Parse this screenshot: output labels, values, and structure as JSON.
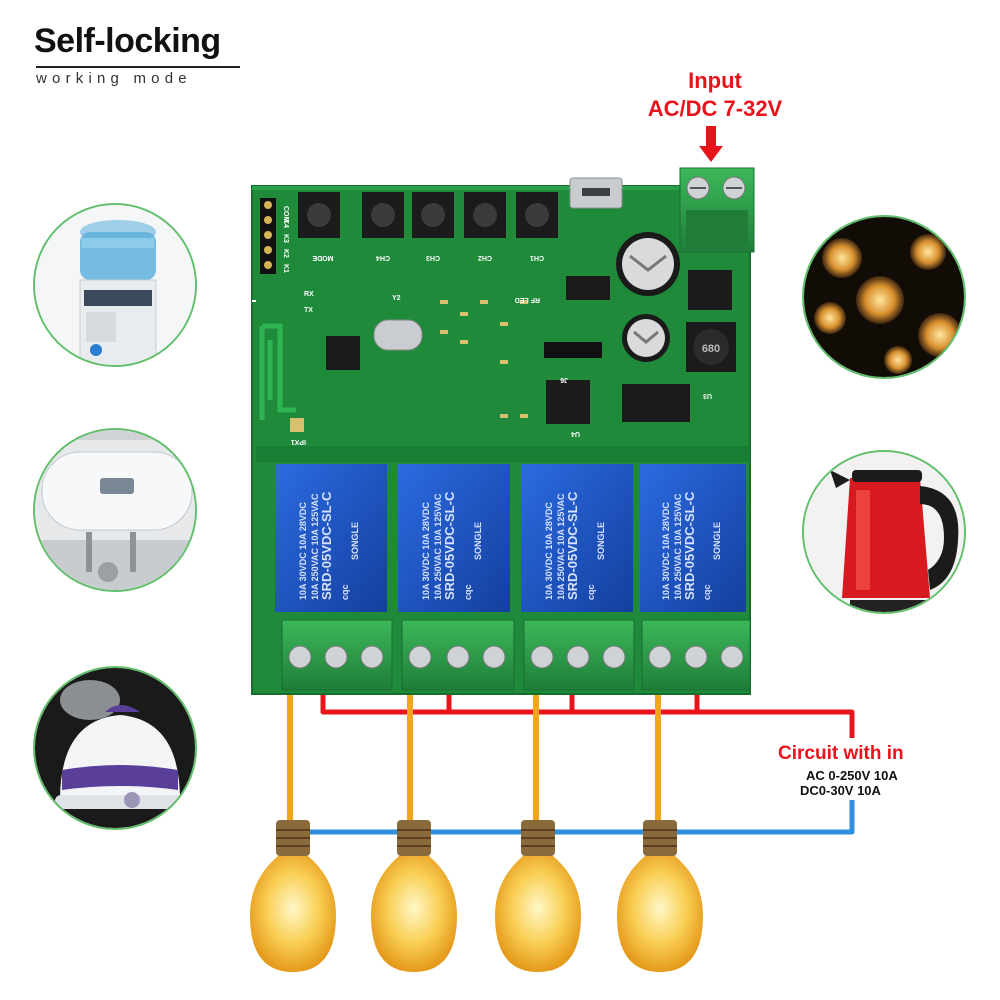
{
  "header": {
    "title": "Self-locking",
    "subtitle": "working mode"
  },
  "input": {
    "label": "Input",
    "voltage": "AC/DC 7-32V"
  },
  "circuit": {
    "label": "Circuit with in",
    "ac": "AC 0-250V 10A",
    "dc": "DC0-30V 10A"
  },
  "board": {
    "buttons": [
      "MODE",
      "CH4",
      "CH3",
      "CH2",
      "CH1"
    ],
    "header_pins": [
      "COM",
      "K4",
      "K3",
      "K2",
      "K1"
    ],
    "labels": {
      "rx": "RX",
      "tx": "TX",
      "y2": "Y2",
      "rf_led": "RF LED",
      "ipx": "IPX1",
      "j6": "J6",
      "u3": "U3",
      "u4": "U4"
    },
    "relay": {
      "brand": "SONGLE",
      "model": "SRD-05VDC-SL-C",
      "spec1": "10A 250VAC  10A 125VAC",
      "spec2": "10A 30VDC   10A 28VDC",
      "cert": "cqc"
    },
    "inductor": "680"
  },
  "appliances": [
    {
      "name": "water-dispenser"
    },
    {
      "name": "water-heater"
    },
    {
      "name": "humidifier"
    },
    {
      "name": "pendant-lamps"
    },
    {
      "name": "electric-kettle"
    }
  ],
  "colors": {
    "accent_red": "#e8141c",
    "wire_orange": "#f2a51a",
    "wire_blue": "#2f8fe0",
    "pcb_green": "#1e8a3a",
    "relay_blue": "#1f57c8",
    "terminal_green": "#2e9e4a",
    "circle_border": "#5fbf6a"
  }
}
